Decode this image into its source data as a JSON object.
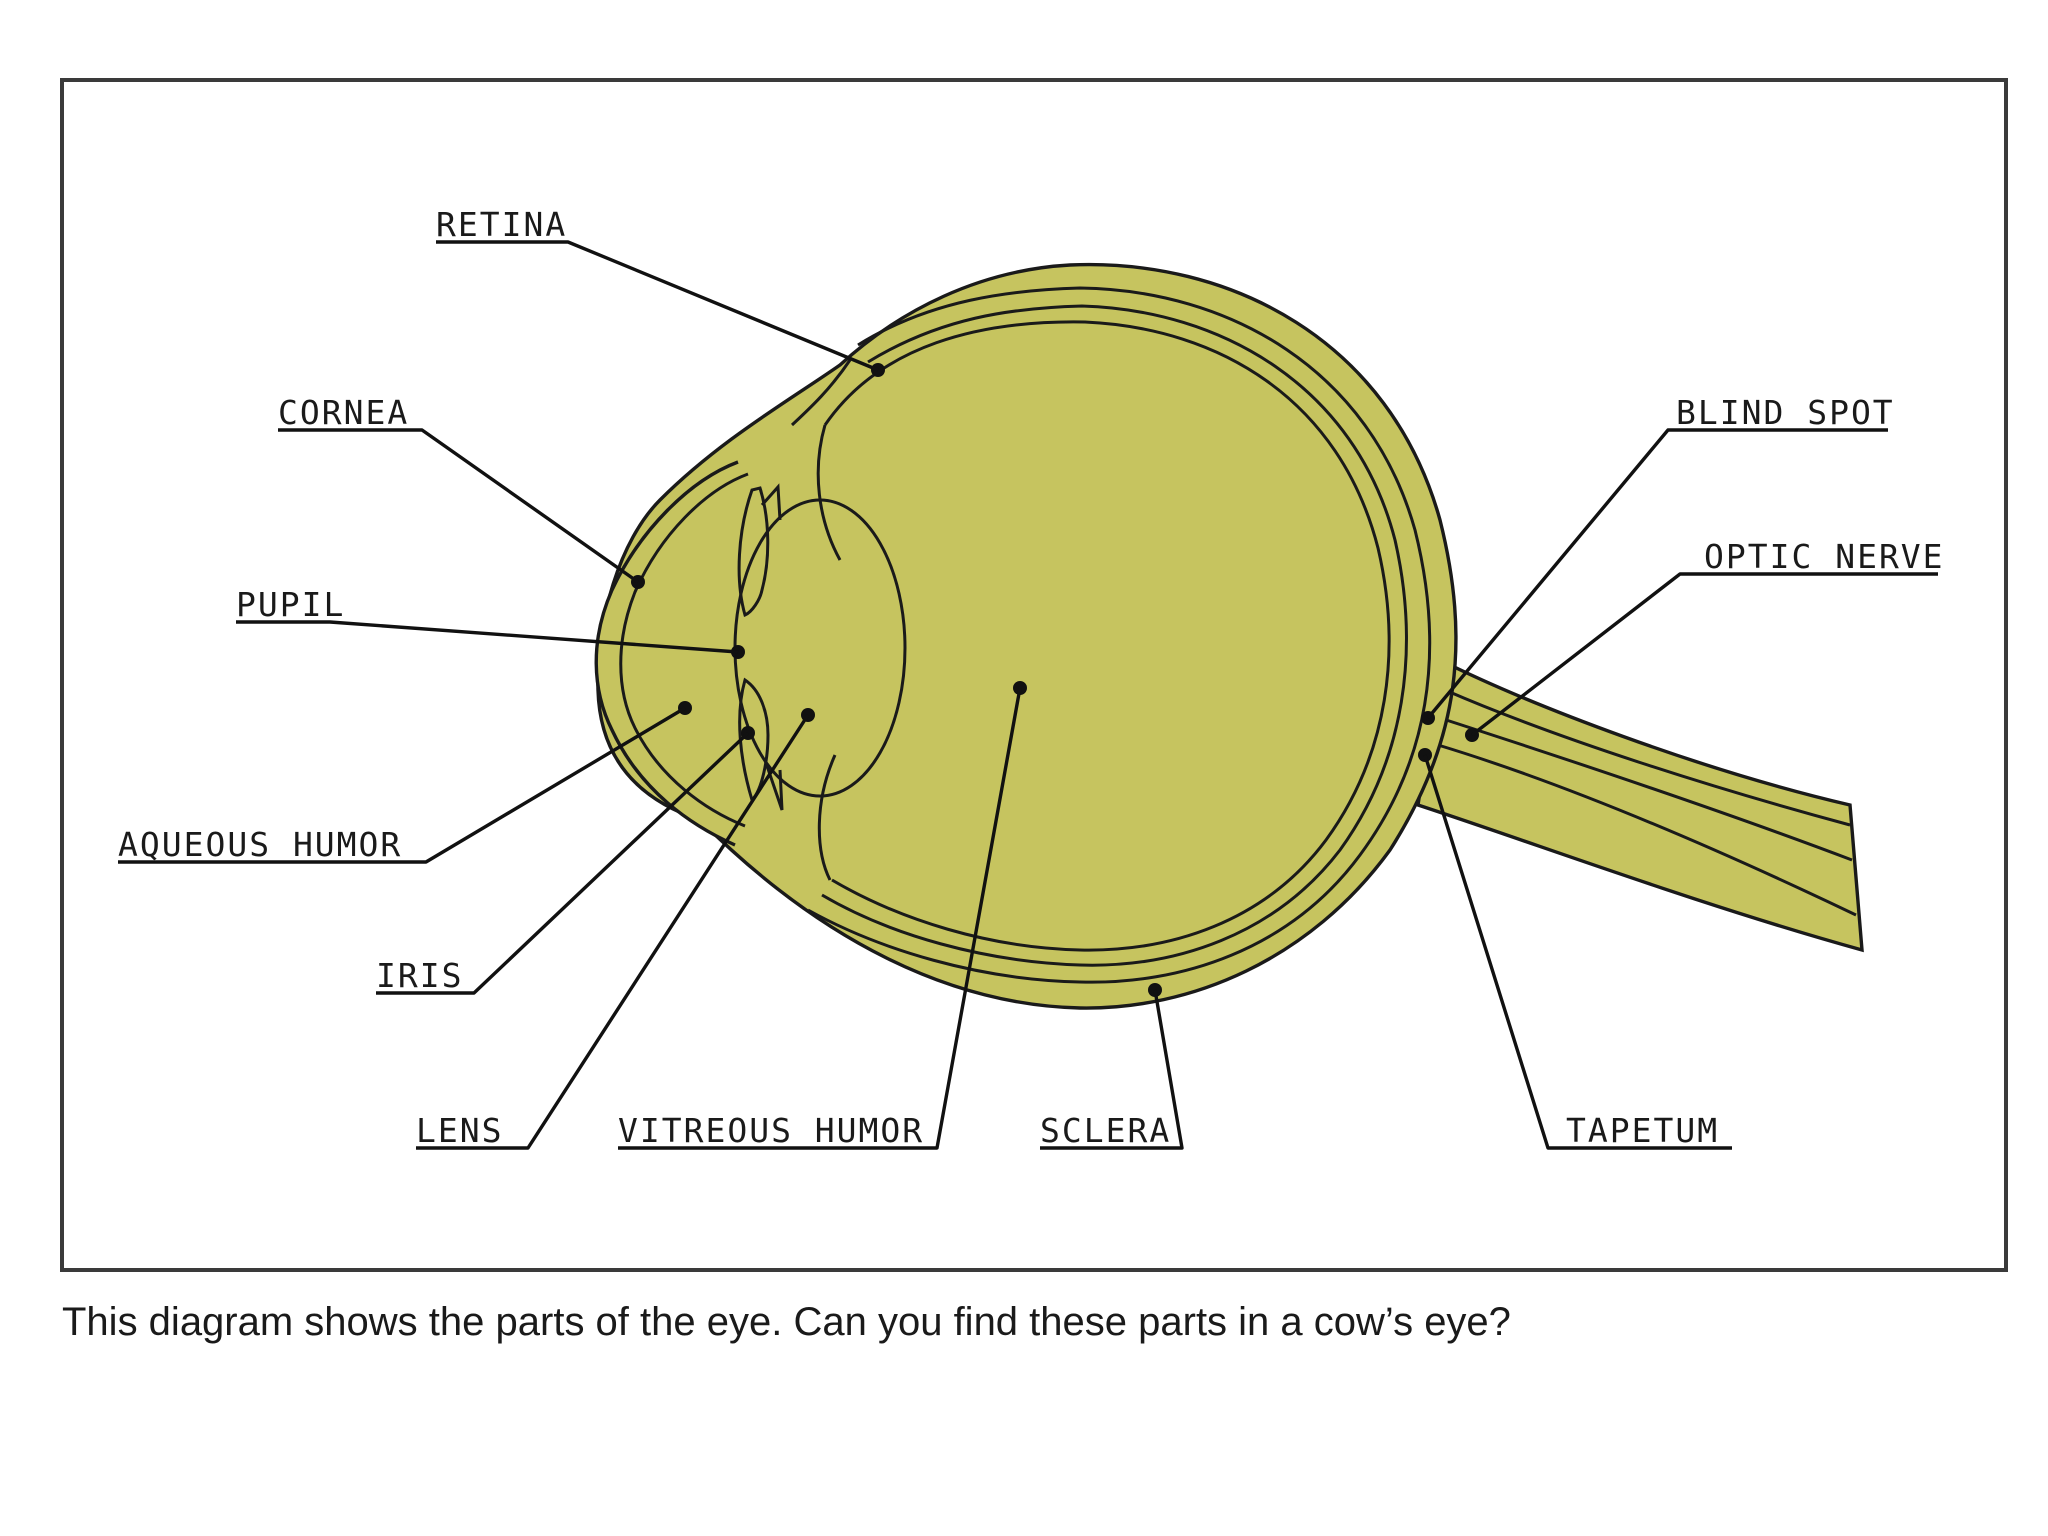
{
  "colors": {
    "eye_fill": "#c6c45f",
    "line": "#1a1a1a",
    "frame": "#3a3a3a",
    "background": "#ffffff"
  },
  "labels": {
    "retina": "RETINA",
    "cornea": "CORNEA",
    "pupil": "PUPIL",
    "aqueous_humor": "AQUEOUS HUMOR",
    "iris": "IRIS",
    "lens": "LENS",
    "vitreous_humor": "VITREOUS HUMOR",
    "sclera": "SCLERA",
    "tapetum": "TAPETUM",
    "blind_spot": "BLIND SPOT",
    "optic_nerve": "OPTIC NERVE"
  },
  "caption": "This diagram shows the parts of the eye. Can you find these parts in a cow’s eye?"
}
